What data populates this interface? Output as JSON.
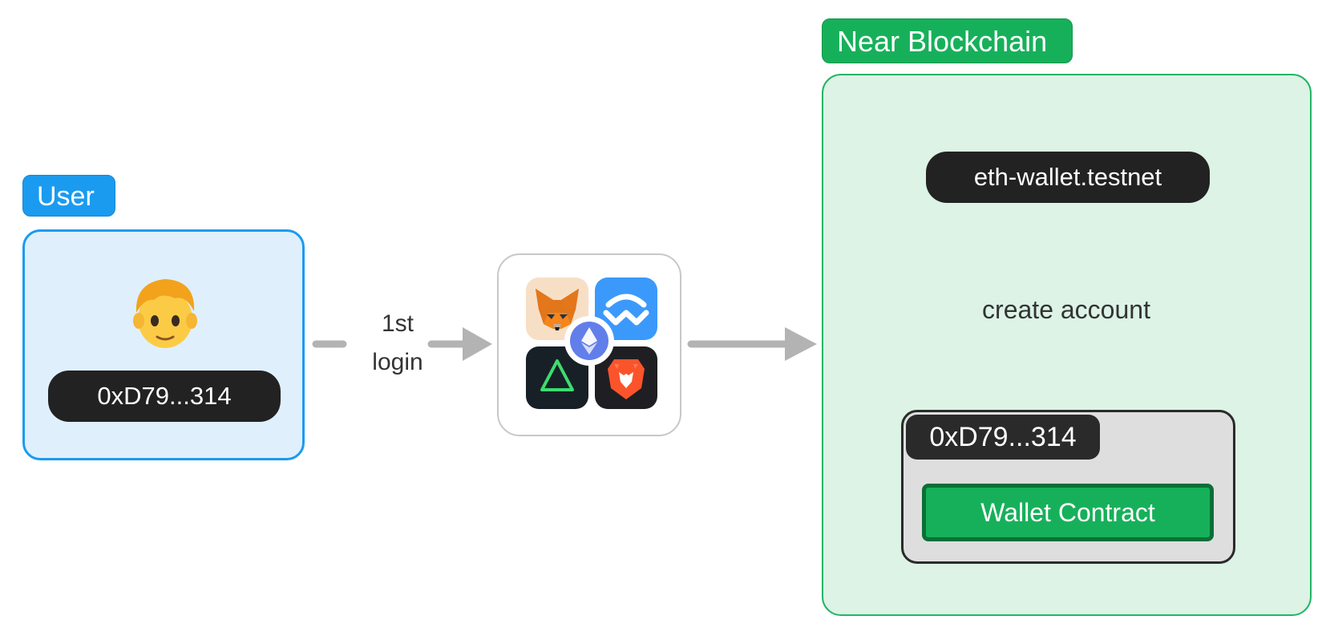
{
  "user": {
    "tag": "User",
    "address": "0xD79...314"
  },
  "connection": {
    "label_line1": "1st",
    "label_line2": "login",
    "wallet_icons": [
      "metamask-icon",
      "walletconnect-icon",
      "triangle-wallet-icon",
      "brave-wallet-icon",
      "ethereum-icon"
    ]
  },
  "near": {
    "tag": "Near Blockchain",
    "account": "eth-wallet.testnet",
    "create_label": "create account",
    "contract_address": "0xD79...314",
    "contract_label": "Wallet Contract"
  },
  "colors": {
    "user_blue": "#1a9bf0",
    "near_green": "#17b05a",
    "arrow_gray": "#b3b3b3"
  }
}
